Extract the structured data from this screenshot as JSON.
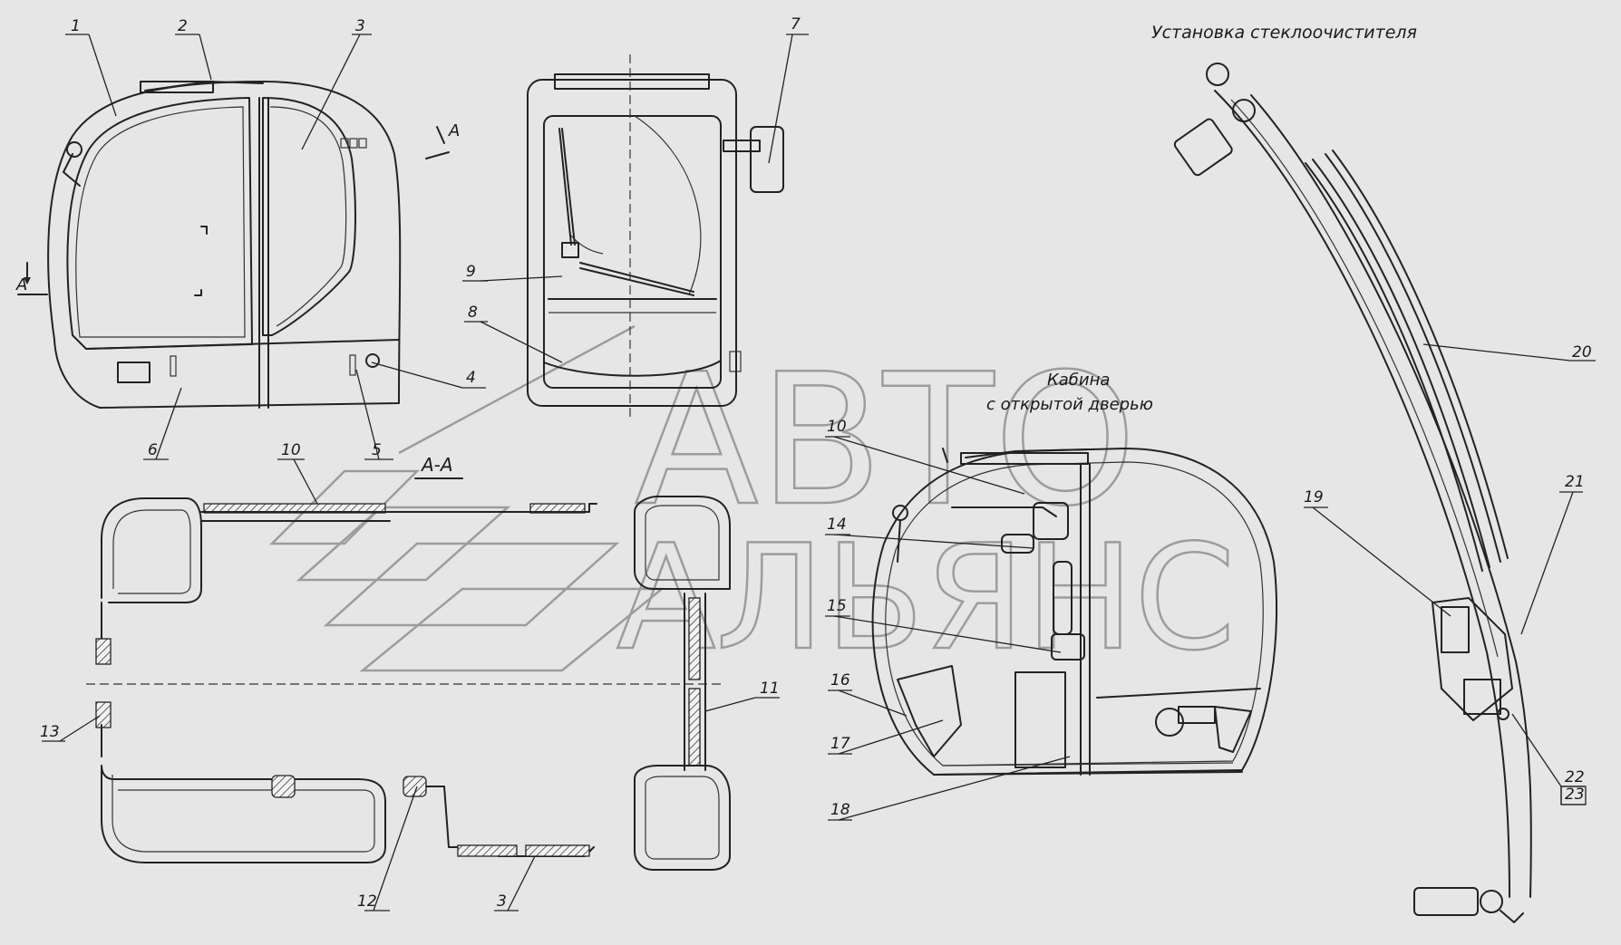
{
  "title": "Установка стеклоочистителя",
  "view_label_cabin_open": "Кабина с открытой дверью",
  "section_label": "А-А",
  "section_mark_a": "А",
  "watermark": [
    "АВТО",
    "АЛЬЯНС"
  ],
  "callouts": [
    "1",
    "2",
    "3",
    "4",
    "5",
    "6",
    "7",
    "8",
    "9",
    "10",
    "11",
    "12",
    "13",
    "14",
    "15",
    "16",
    "17",
    "18",
    "19",
    "20",
    "21",
    "22",
    "23"
  ]
}
